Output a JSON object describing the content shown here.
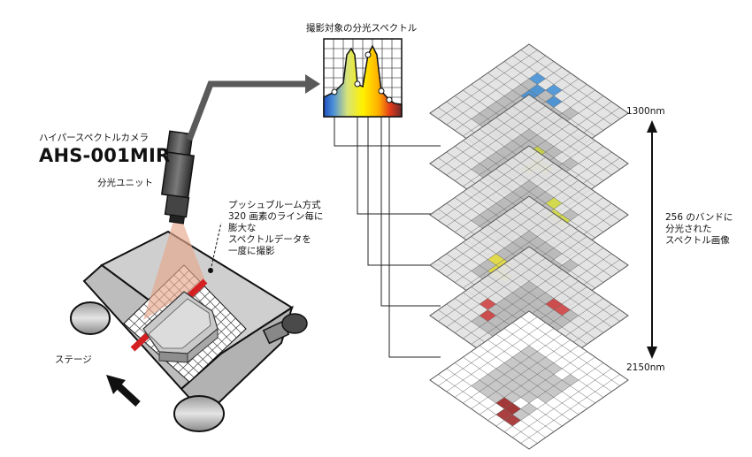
{
  "camera": {
    "type_label": "ハイパースペクトルカメラ",
    "model": "AHS-001MIR",
    "unit_label": "分光ユニット"
  },
  "spectrum": {
    "title": "撮影対象の分光スペクトル"
  },
  "pushbroom": {
    "lines": [
      "プッシュブルーム方式",
      "320 画素のライン毎に",
      "膨大な",
      "スペクトルデータを",
      "一度に撮影"
    ]
  },
  "stage_label": "ステージ",
  "wavelength": {
    "top": "1300nm",
    "bottom": "2150nm"
  },
  "bands": {
    "lines": [
      "256 のバンドに",
      "分光された",
      "スペクトル画像"
    ]
  },
  "colors": {
    "scan_line": "#d42020",
    "beam": "#e7a68c",
    "grid_tile": "#d8d8d8",
    "arrow": "#5a5a5a"
  }
}
